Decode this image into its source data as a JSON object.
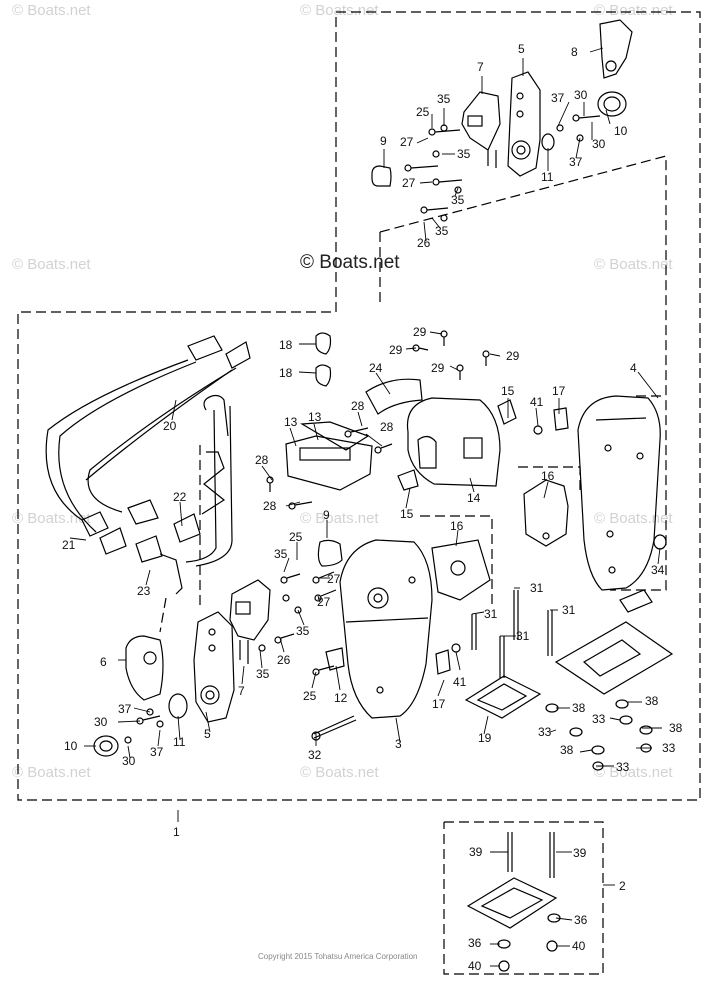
{
  "watermark": {
    "text": "© Boats.net"
  },
  "watermark_center": {
    "text": "© Boats.net"
  },
  "copyright": "Copyright 2015 Tohatsu America Corporation",
  "callouts": [
    {
      "id": "c8",
      "label": "8"
    },
    {
      "id": "c5a",
      "label": "5"
    },
    {
      "id": "c7a",
      "label": "7"
    },
    {
      "id": "c25a",
      "label": "25"
    },
    {
      "id": "c35a",
      "label": "35"
    },
    {
      "id": "c37a",
      "label": "37"
    },
    {
      "id": "c30a",
      "label": "30"
    },
    {
      "id": "c27a",
      "label": "27"
    },
    {
      "id": "c35b",
      "label": "35"
    },
    {
      "id": "c10a",
      "label": "10"
    },
    {
      "id": "c30b",
      "label": "30"
    },
    {
      "id": "c9a",
      "label": "9"
    },
    {
      "id": "c37b",
      "label": "37"
    },
    {
      "id": "c11a",
      "label": "11"
    },
    {
      "id": "c27b",
      "label": "27"
    },
    {
      "id": "c35c",
      "label": "35"
    },
    {
      "id": "c35d",
      "label": "35"
    },
    {
      "id": "c26a",
      "label": "26"
    },
    {
      "id": "c29a",
      "label": "29"
    },
    {
      "id": "c18a",
      "label": "18"
    },
    {
      "id": "c29b",
      "label": "29"
    },
    {
      "id": "c29c",
      "label": "29"
    },
    {
      "id": "c29d",
      "label": "29"
    },
    {
      "id": "c18b",
      "label": "18"
    },
    {
      "id": "c4",
      "label": "4"
    },
    {
      "id": "c24",
      "label": "24"
    },
    {
      "id": "c15a",
      "label": "15"
    },
    {
      "id": "c17a",
      "label": "17"
    },
    {
      "id": "c41a",
      "label": "41"
    },
    {
      "id": "c28a",
      "label": "28"
    },
    {
      "id": "c13a",
      "label": "13"
    },
    {
      "id": "c13b",
      "label": "13"
    },
    {
      "id": "c20",
      "label": "20"
    },
    {
      "id": "c28b",
      "label": "28"
    },
    {
      "id": "c28c",
      "label": "28"
    },
    {
      "id": "c16a",
      "label": "16"
    },
    {
      "id": "c14",
      "label": "14"
    },
    {
      "id": "c22",
      "label": "22"
    },
    {
      "id": "c28d",
      "label": "28"
    },
    {
      "id": "c15b",
      "label": "15"
    },
    {
      "id": "c9b",
      "label": "9"
    },
    {
      "id": "c16b",
      "label": "16"
    },
    {
      "id": "c25b",
      "label": "25"
    },
    {
      "id": "c21",
      "label": "21"
    },
    {
      "id": "c35e",
      "label": "35"
    },
    {
      "id": "c27c",
      "label": "27"
    },
    {
      "id": "c23",
      "label": "23"
    },
    {
      "id": "c34",
      "label": "34"
    },
    {
      "id": "c31a",
      "label": "31"
    },
    {
      "id": "c27d",
      "label": "27"
    },
    {
      "id": "c31b",
      "label": "31"
    },
    {
      "id": "c31c",
      "label": "31"
    },
    {
      "id": "c35f",
      "label": "35"
    },
    {
      "id": "c31d",
      "label": "31"
    },
    {
      "id": "c6",
      "label": "6"
    },
    {
      "id": "c26b",
      "label": "26"
    },
    {
      "id": "c35g",
      "label": "35"
    },
    {
      "id": "c7b",
      "label": "7"
    },
    {
      "id": "c41b",
      "label": "41"
    },
    {
      "id": "c25c",
      "label": "25"
    },
    {
      "id": "c12",
      "label": "12"
    },
    {
      "id": "c37c",
      "label": "37"
    },
    {
      "id": "c38a",
      "label": "38"
    },
    {
      "id": "c38b",
      "label": "38"
    },
    {
      "id": "c17b",
      "label": "17"
    },
    {
      "id": "c30c",
      "label": "30"
    },
    {
      "id": "c33a",
      "label": "33"
    },
    {
      "id": "c33b",
      "label": "33"
    },
    {
      "id": "c38c",
      "label": "38"
    },
    {
      "id": "c5b",
      "label": "5"
    },
    {
      "id": "c11b",
      "label": "11"
    },
    {
      "id": "c3",
      "label": "3"
    },
    {
      "id": "c19",
      "label": "19"
    },
    {
      "id": "c10b",
      "label": "10"
    },
    {
      "id": "c37d",
      "label": "37"
    },
    {
      "id": "c38d",
      "label": "38"
    },
    {
      "id": "c33c",
      "label": "33"
    },
    {
      "id": "c30d",
      "label": "30"
    },
    {
      "id": "c32",
      "label": "32"
    },
    {
      "id": "c33d",
      "label": "33"
    },
    {
      "id": "c1",
      "label": "1"
    },
    {
      "id": "c39a",
      "label": "39"
    },
    {
      "id": "c39b",
      "label": "39"
    },
    {
      "id": "c2",
      "label": "2"
    },
    {
      "id": "c36a",
      "label": "36"
    },
    {
      "id": "c36b",
      "label": "36"
    },
    {
      "id": "c40a",
      "label": "40"
    },
    {
      "id": "c40b",
      "label": "40"
    }
  ]
}
